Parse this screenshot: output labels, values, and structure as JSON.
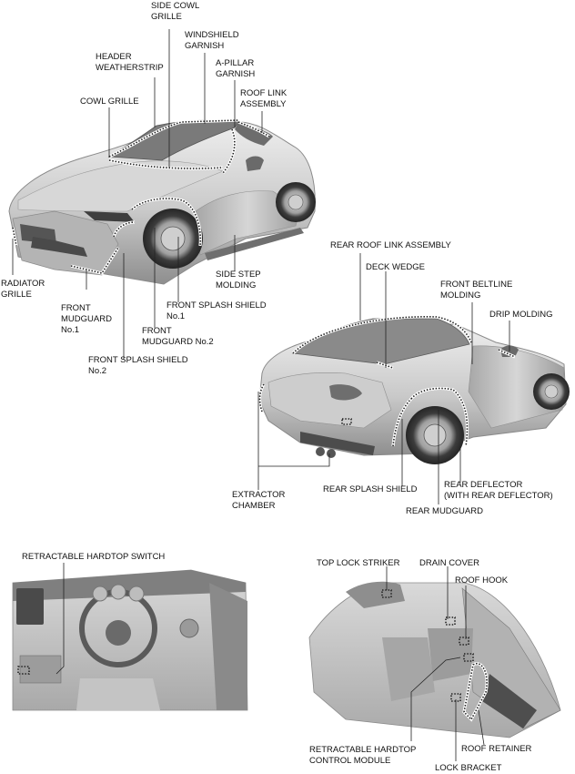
{
  "labels": {
    "side_cowl_grille_1": "SIDE COWL",
    "side_cowl_grille_2": "GRILLE",
    "windshield_garnish_1": "WINDSHIELD",
    "windshield_garnish_2": "GARNISH",
    "header_weatherstrip_1": "HEADER",
    "header_weatherstrip_2": "WEATHERSTRIP",
    "a_pillar_garnish_1": "A-PILLAR",
    "a_pillar_garnish_2": "GARNISH",
    "roof_link_assembly_1": "ROOF LINK",
    "roof_link_assembly_2": "ASSEMBLY",
    "cowl_grille": "COWL GRILLE",
    "radiator_grille_1": "RADIATOR",
    "radiator_grille_2": "GRILLE",
    "front_mudguard_1_1": "FRONT",
    "front_mudguard_1_2": "MUDGUARD",
    "front_mudguard_1_3": "No.1",
    "front_splash_shield_2_1": "FRONT SPLASH SHIELD",
    "front_splash_shield_2_2": "No.2",
    "front_mudguard_2_1": "FRONT",
    "front_mudguard_2_2": "MUDGUARD No.2",
    "front_splash_shield_1_1": "FRONT SPLASH SHIELD",
    "front_splash_shield_1_2": "No.1",
    "side_step_molding_1": "SIDE STEP",
    "side_step_molding_2": "MOLDING",
    "rear_roof_link_assembly": "REAR ROOF LINK ASSEMBLY",
    "deck_wedge": "DECK WEDGE",
    "front_beltline_molding_1": "FRONT BELTLINE",
    "front_beltline_molding_2": "MOLDING",
    "drip_molding": "DRIP MOLDING",
    "extractor_chamber_1": "EXTRACTOR",
    "extractor_chamber_2": "CHAMBER",
    "rear_splash_shield": "REAR SPLASH SHIELD",
    "rear_mudguard": "REAR MUDGUARD",
    "rear_deflector_1": "REAR DEFLECTOR",
    "rear_deflector_2": "(WITH REAR DEFLECTOR)",
    "retractable_hardtop_switch": "RETRACTABLE HARDTOP SWITCH",
    "top_lock_striker": "TOP LOCK STRIKER",
    "drain_cover": "DRAIN COVER",
    "roof_hook": "ROOF HOOK",
    "retractable_hardtop_control_module_1": "RETRACTABLE HARDTOP",
    "retractable_hardtop_control_module_2": "CONTROL MODULE",
    "roof_retainer": "ROOF RETAINER",
    "lock_bracket": "LOCK BRACKET"
  },
  "colors": {
    "body_light": "#e4e4e4",
    "body_mid": "#b9b9b9",
    "body_dark": "#7d7d7d",
    "tire": "#3a3a3a",
    "glass": "#8c8c8c",
    "text": "#111111"
  }
}
